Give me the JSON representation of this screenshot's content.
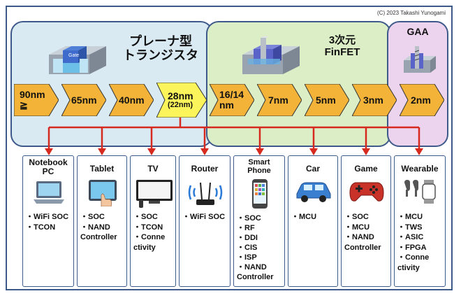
{
  "copyright": "(C) 2023 Takashi Yunogami",
  "eras": {
    "planar": {
      "title_line1": "プレーナ型",
      "title_line2": "トランジスタ",
      "gate_label": "Gate"
    },
    "finfet": {
      "title_line1": "3次元",
      "title_line2": "FinFET"
    },
    "gaa": {
      "title": "GAA"
    }
  },
  "nodes": {
    "n90": {
      "line1": "90nm",
      "line2": "≧"
    },
    "n65": {
      "label": "65nm"
    },
    "n40": {
      "label": "40nm"
    },
    "n28": {
      "line1": "28nm",
      "line2": "(22nm)"
    },
    "n16": {
      "line1": "16/14",
      "line2": "nm"
    },
    "n7": {
      "label": "7nm"
    },
    "n5": {
      "label": "5nm"
    },
    "n3": {
      "label": "3nm"
    },
    "n2": {
      "label": "2nm"
    }
  },
  "devices": {
    "notebook": {
      "title_line1": "Notebook",
      "title_line2": "PC",
      "items": [
        "・WiFi SOC",
        "・TCON"
      ]
    },
    "tablet": {
      "title": "Tablet",
      "items": [
        "・SOC",
        "・NAND",
        " Controller"
      ]
    },
    "tv": {
      "title": "TV",
      "items": [
        "・SOC",
        "・TCON",
        "・Conne",
        " ctivity"
      ]
    },
    "router": {
      "title": "Router",
      "items": [
        "・WiFi SOC"
      ]
    },
    "smartphone": {
      "title_line1": "Smart",
      "title_line2": "Phone",
      "items": [
        "・SOC",
        "・RF",
        "・DDI",
        "・CIS",
        "・ISP",
        "・NAND",
        "Controller"
      ]
    },
    "car": {
      "title": "Car",
      "items": [
        "・MCU"
      ]
    },
    "game": {
      "title": "Game",
      "items": [
        "・SOC",
        "・MCU",
        "・NAND",
        "Controller"
      ]
    },
    "wearable": {
      "title": "Wearable",
      "items": [
        "・MCU",
        "・TWS",
        "・ASIC",
        "・FPGA",
        "・Conne",
        " ctivity"
      ]
    }
  },
  "colors": {
    "chevron": "#f3b338",
    "chevron_highlight": "#fbf45a",
    "arrow": "#d62a1e",
    "border": "#3d5a8a"
  }
}
